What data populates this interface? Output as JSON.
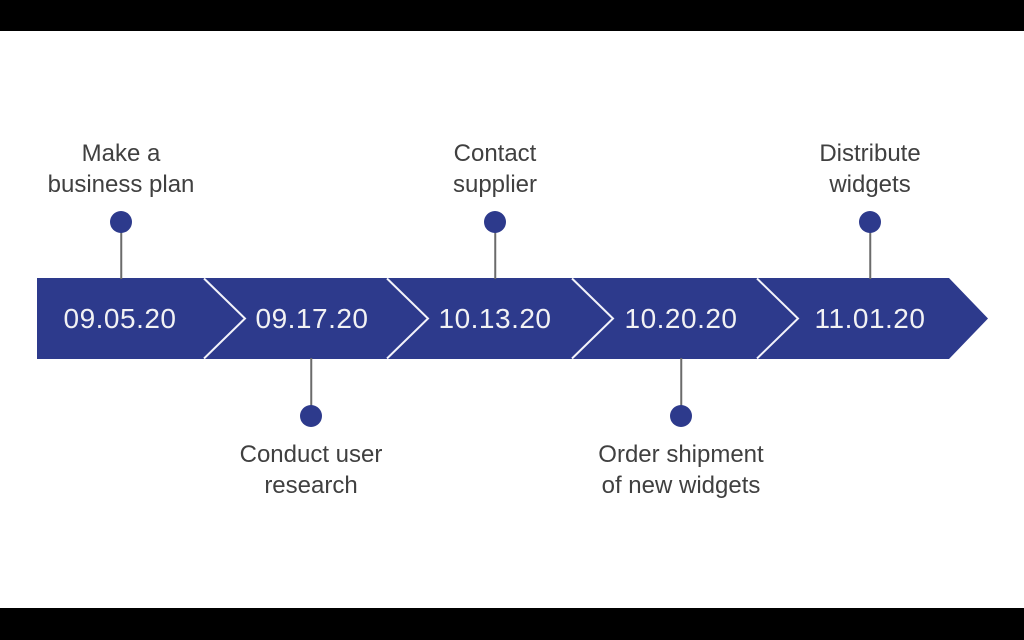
{
  "slide": {
    "type": "project-timeline",
    "colors": {
      "accent": "#2d3a8c",
      "slide_background": "#ffffff",
      "letterbox": "#000000",
      "label_text": "#404040",
      "date_text": "#f2f2f4",
      "connector": "#6b6b6b",
      "chevron_stroke": "#f3f3fa"
    }
  },
  "timeline": {
    "segments": [
      {
        "date": "09.05.20"
      },
      {
        "date": "09.17.20"
      },
      {
        "date": "10.13.20"
      },
      {
        "date": "10.20.20"
      },
      {
        "date": "11.01.20"
      }
    ],
    "milestones": [
      {
        "date": "09.05.20",
        "side": "above",
        "line1": "Make a",
        "line2": "business plan"
      },
      {
        "date": "09.17.20",
        "side": "below",
        "line1": "Conduct user",
        "line2": "research"
      },
      {
        "date": "10.13.20",
        "side": "above",
        "line1": "Contact",
        "line2": "supplier"
      },
      {
        "date": "10.20.20",
        "side": "below",
        "line1": "Order shipment",
        "line2": "of new widgets"
      },
      {
        "date": "11.01.20",
        "side": "above",
        "line1": "Distribute",
        "line2": "widgets"
      }
    ]
  }
}
